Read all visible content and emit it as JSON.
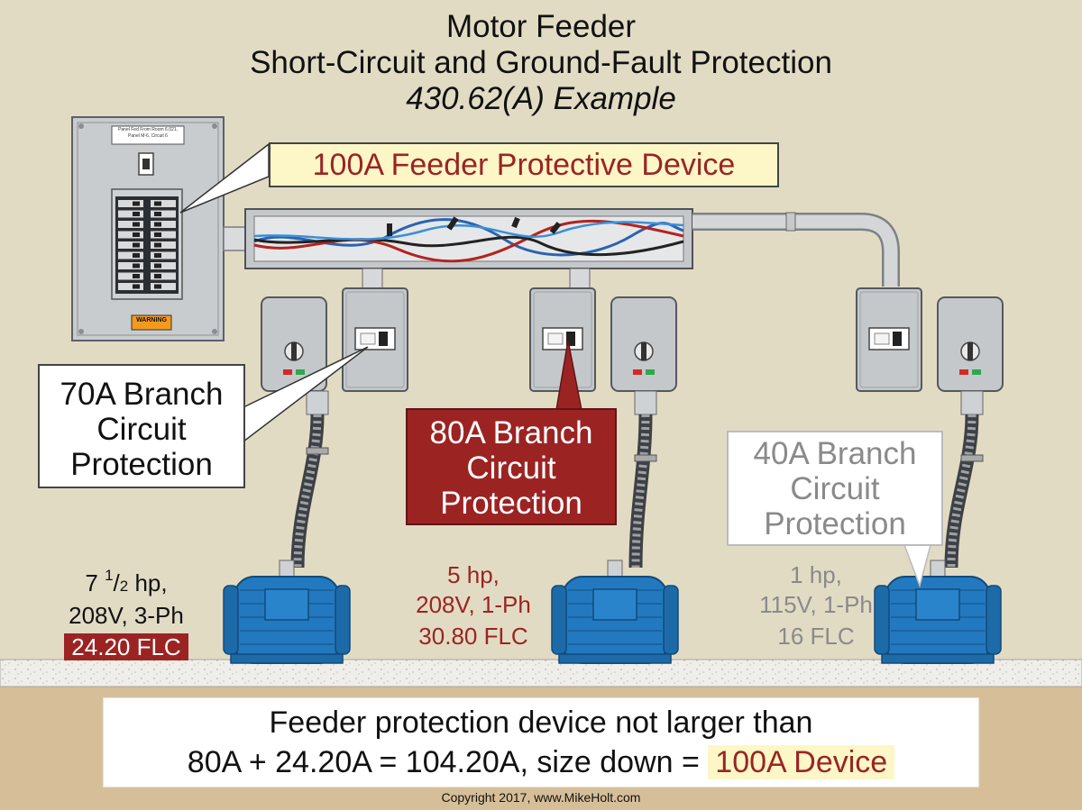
{
  "title": {
    "line1": "Motor Feeder",
    "line2": "Short-Circuit and Ground-Fault Protection",
    "line3": "430.62(A) Example"
  },
  "panel": {
    "label_line1": "Panel Fed From Room 6.021,",
    "label_line2": "Panel M-6, Circuit 6",
    "warning": "WARNING"
  },
  "feeder_callout": "100A Feeder Protective Device",
  "branches": [
    {
      "line1": "70A Branch",
      "line2": "Circuit",
      "line3": "Protection"
    },
    {
      "line1": "80A Branch",
      "line2": "Circuit",
      "line3": "Protection"
    },
    {
      "line1": "40A Branch",
      "line2": "Circuit",
      "line3": "Protection"
    }
  ],
  "motors": [
    {
      "hp_whole": "7",
      "hp_num": "1",
      "hp_den": "2",
      "hp_unit": "hp,",
      "voltage": "208V, 3-Ph",
      "flc": "24.20 FLC"
    },
    {
      "hp": "5 hp,",
      "voltage": "208V, 1-Ph",
      "flc": "30.80 FLC"
    },
    {
      "hp": "1 hp,",
      "voltage": "115V, 1-Ph",
      "flc": "16 FLC"
    }
  ],
  "summary": {
    "line1": "Feeder protection device not larger than",
    "line2": "80A + 24.20A = 104.20A, size down = ",
    "highlight": "100A Device"
  },
  "copyright": "Copyright 2017, www.MikeHolt.com",
  "colors": {
    "background": "#e2dbc4",
    "ground": "#d6bf98",
    "accent_red": "#9b2423",
    "highlight_yellow": "#fdf7c8",
    "motor_blue": "#2279c0",
    "disconnect_grey": "#c5c8ca",
    "muted_grey": "#8a8a8a"
  }
}
